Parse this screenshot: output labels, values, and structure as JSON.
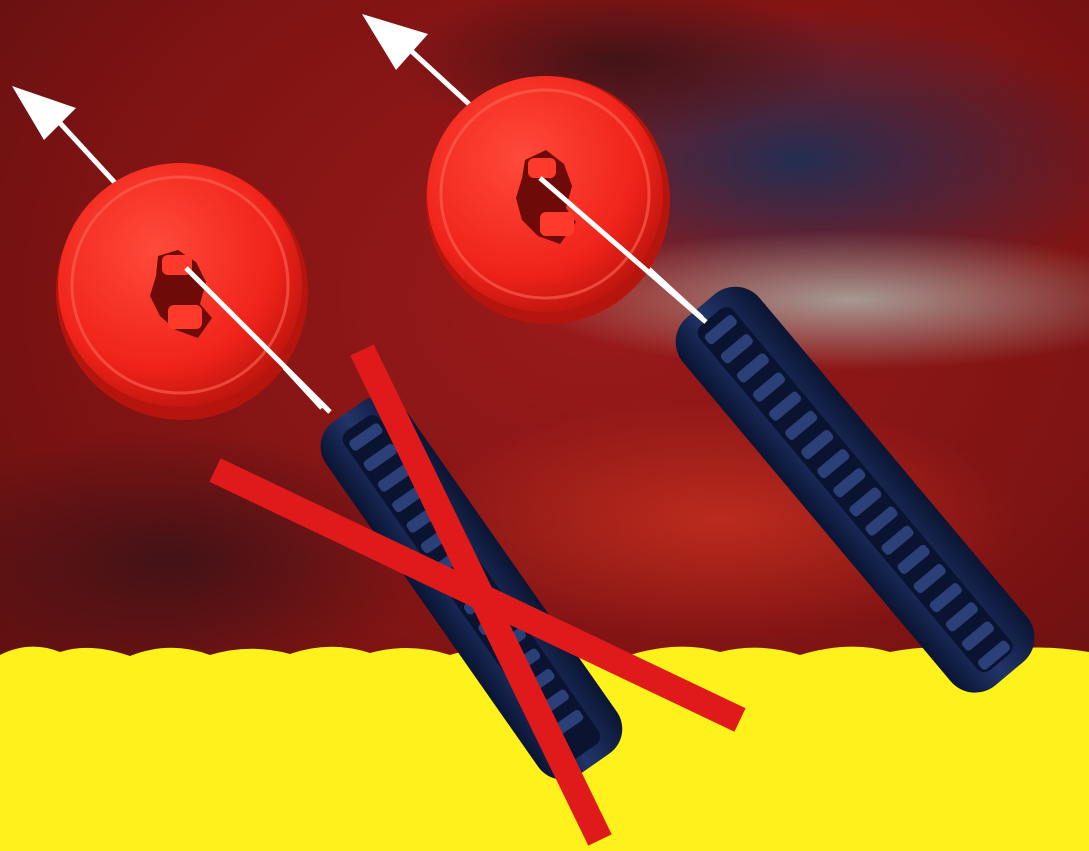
{
  "scene": {
    "description_note": "",
    "colors": {
      "background_dark_red": "#7e1313",
      "background_shadow": "#3a1416",
      "haze_blue": "#23324f",
      "haze_grey": "#9a9a94",
      "yellow_base": "#fff21c",
      "wheel_red": "#ff2a1e",
      "wheel_dark": "#c0120c",
      "rack_navy": "#1a2a5a",
      "rack_dark": "#0b1430",
      "arrow_white": "#ffffff",
      "cross_red": "#e01a1a"
    },
    "objects": [
      {
        "id": "left-assembly",
        "name": "wheel-on-rack-incorrect",
        "marked_wrong": true
      },
      {
        "id": "right-assembly",
        "name": "wheel-on-rack-correct",
        "marked_wrong": false
      }
    ]
  }
}
